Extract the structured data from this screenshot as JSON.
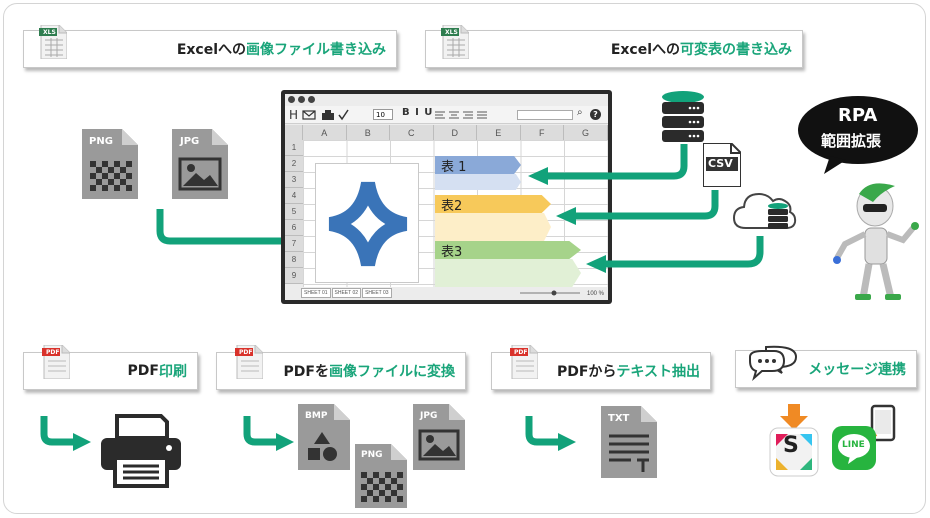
{
  "top_labels": {
    "left": {
      "prefix": "Excelへの",
      "highlight": "画像ファイル書き込み"
    },
    "right": {
      "prefix": "Excelへの",
      "highlight": "可変表の書き込み"
    }
  },
  "file_badges": {
    "xls": "XLS",
    "png": "PNG",
    "jpg": "JPG",
    "csv": "CSV",
    "pdf": "PDF",
    "bmp": "BMP",
    "txt": "TXT"
  },
  "spreadsheet": {
    "font_size": "10",
    "toolbar_text": "B I U",
    "columns": [
      "A",
      "B",
      "C",
      "D",
      "E",
      "F",
      "G"
    ],
    "rows": [
      "1",
      "2",
      "3",
      "4",
      "5",
      "6",
      "7",
      "8",
      "9"
    ],
    "tables": [
      "表 1",
      "表2",
      "表3"
    ],
    "sheet_tabs": [
      "SHEET 01",
      "SHEET 02",
      "SHEET 03"
    ],
    "zoom": "100 %"
  },
  "rpa": {
    "title": "RPA",
    "subtitle": "範囲拡張"
  },
  "bottom_labels": {
    "print": {
      "prefix": "PDF",
      "highlight": "印刷"
    },
    "convert": {
      "prefix": "PDFを",
      "highlight": "画像ファイルに変換"
    },
    "extract": {
      "prefix": "PDFから",
      "highlight": "テキスト抽出"
    },
    "message": {
      "prefix": "",
      "highlight": "メッセージ連携"
    }
  },
  "app_labels": {
    "line": "LINE",
    "slack": "S"
  },
  "colors": {
    "accent_green": "#12a27a",
    "table1": "#8aa9d8",
    "table2": "#f7c95a",
    "table3": "#a6d38a",
    "logo_blue": "#3a74b8"
  }
}
